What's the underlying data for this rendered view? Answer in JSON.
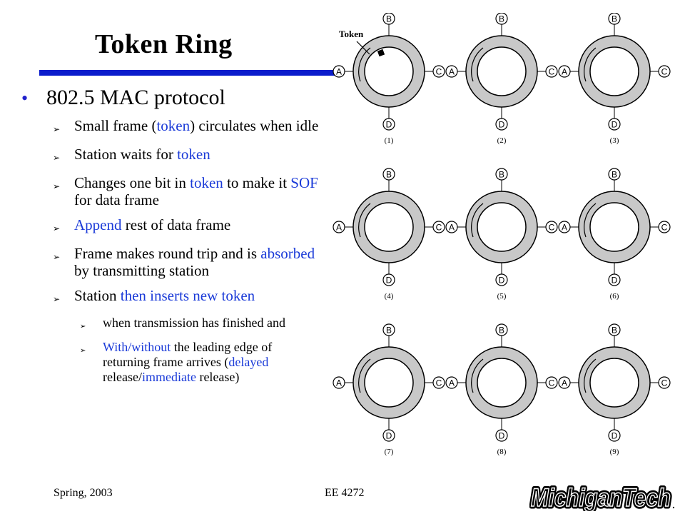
{
  "title": "Token Ring",
  "bullet": "802.5 MAC protocol",
  "items": [
    {
      "parts": [
        {
          "text": "Small frame ("
        },
        {
          "text": "token",
          "hl": true
        },
        {
          "text": ") circulates when idle"
        }
      ]
    },
    {
      "parts": [
        {
          "text": "Station waits for "
        },
        {
          "text": "token",
          "hl": true
        }
      ]
    },
    {
      "parts": [
        {
          "text": "Changes one bit in "
        },
        {
          "text": "token",
          "hl": true
        },
        {
          "text": " to make it "
        },
        {
          "text": "SOF",
          "hl": true
        },
        {
          "text": " for data frame"
        }
      ]
    },
    {
      "parts": [
        {
          "text": "Append",
          "hl": true
        },
        {
          "text": " rest of data frame"
        }
      ]
    },
    {
      "parts": [
        {
          "text": "Frame makes round trip and is "
        },
        {
          "text": "absorbed",
          "hl": true
        },
        {
          "text": " by transmitting station"
        }
      ]
    },
    {
      "parts": [
        {
          "text": "Station "
        },
        {
          "text": "then inserts new token",
          "hl": true
        }
      ]
    }
  ],
  "subitems": [
    {
      "parts": [
        {
          "text": "when transmission has finished and"
        }
      ]
    },
    {
      "parts": [
        {
          "text": "With/without",
          "hl": true
        },
        {
          "text": " the leading edge of returning frame arrives ("
        },
        {
          "text": "delayed",
          "hl": true
        },
        {
          "text": " release/"
        },
        {
          "text": "immediate",
          "hl": true
        },
        {
          "text": " release)"
        }
      ]
    }
  ],
  "footer": {
    "left": "Spring, 2003",
    "center": "EE 4272"
  },
  "logo": {
    "text": "MichiganTech",
    "mark": "."
  },
  "figure": {
    "token_label": "Token",
    "stations": [
      "A",
      "B",
      "C",
      "D"
    ],
    "panel_labels": [
      "(1)",
      "(2)",
      "(3)",
      "(4)",
      "(5)",
      "(6)",
      "(7)",
      "(8)",
      "(9)"
    ]
  },
  "colors": {
    "accent_bar": "#0b1dcc",
    "highlight": "#1a3ad8",
    "ring": "#c8c8c8"
  }
}
